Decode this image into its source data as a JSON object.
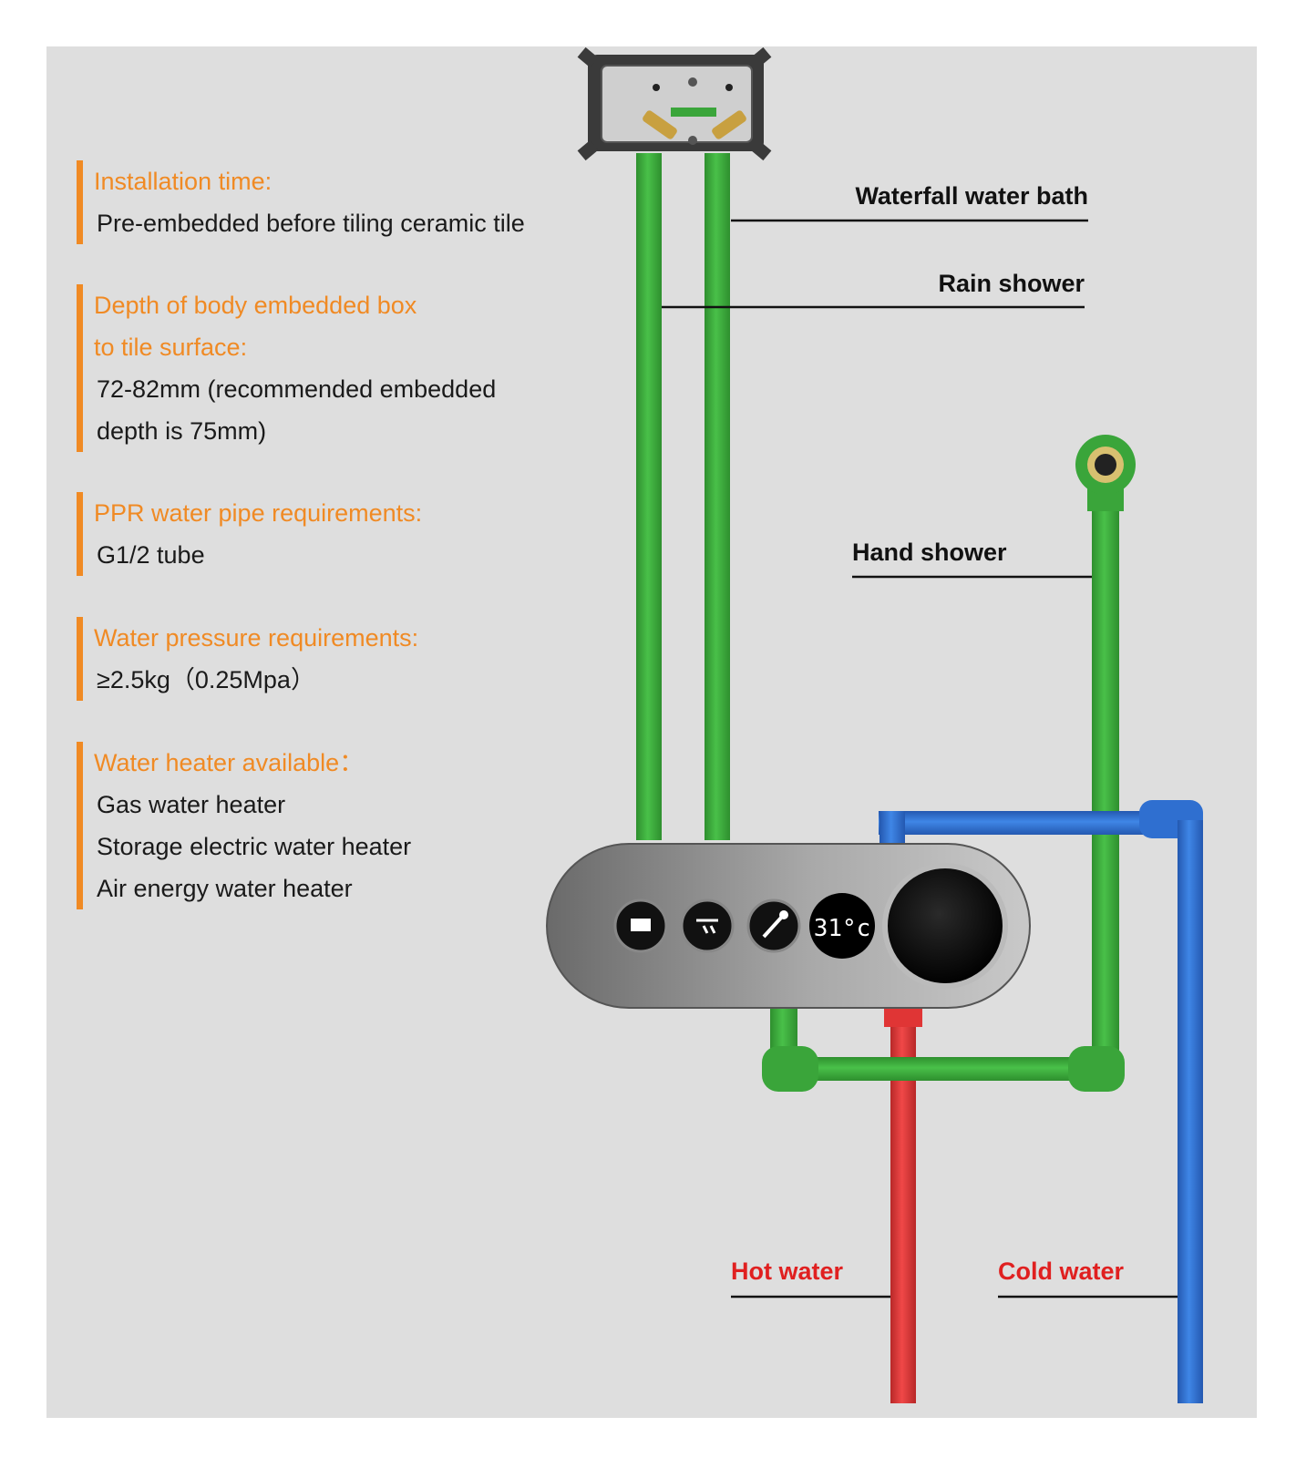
{
  "specs": [
    {
      "heading": [
        "Installation time:"
      ],
      "body": [
        "Pre-embedded before tiling ceramic tile"
      ]
    },
    {
      "heading": [
        "Depth of body embedded box",
        "to tile surface:"
      ],
      "body": [
        "72-82mm (recommended embedded",
        "depth is 75mm)"
      ]
    },
    {
      "heading": [
        "PPR water pipe requirements:"
      ],
      "body": [
        "G1/2 tube"
      ]
    },
    {
      "heading": [
        "Water pressure requirements:"
      ],
      "body": [
        "≥2.5kg（0.25Mpa）"
      ]
    },
    {
      "heading": [
        "Water heater available："
      ],
      "body": [
        "Gas water heater",
        "Storage electric water heater",
        "Air energy water heater"
      ]
    }
  ],
  "callouts": {
    "waterfall": "Waterfall water bath",
    "rain": "Rain shower",
    "hand": "Hand shower",
    "hot": "Hot water",
    "cold": "Cold water"
  },
  "panel": {
    "temperature_display": "31°c",
    "buttons": [
      "waterfall-outlet-icon",
      "rain-shower-icon",
      "hand-shower-icon"
    ]
  },
  "colors": {
    "accent": "#f08a24",
    "pipe_green": "#3aa53a",
    "pipe_blue": "#2f6fd0",
    "pipe_red": "#e03535",
    "background": "#dedede"
  }
}
